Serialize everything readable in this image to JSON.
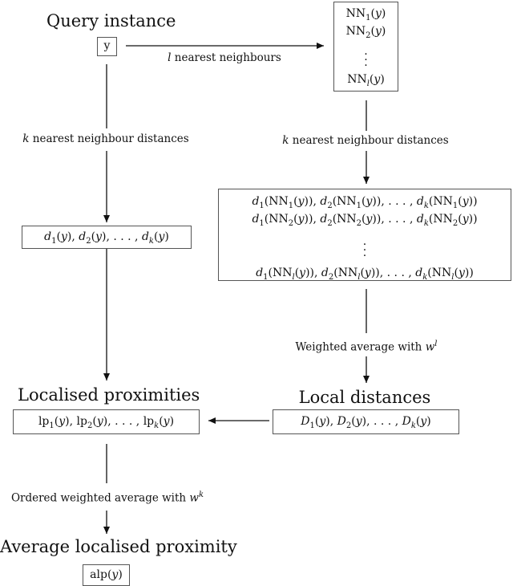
{
  "titles": {
    "query_instance": "Query instance",
    "localised_proximities": "Localised proximities",
    "local_distances": "Local distances",
    "average_localised_proximity": "Average localised proximity"
  },
  "labels": {
    "l_nearest_neighbours": "nearest neighbours",
    "l_var": "l",
    "k_var": "k",
    "k_nn_distances": "nearest neighbour distances",
    "weighted_average": "Weighted average with",
    "w_l_base": "w",
    "w_l_sup": "l",
    "ordered_weighted_average": "Ordered weighted average with",
    "w_k_base": "w",
    "w_k_sup": "k"
  },
  "boxes": {
    "query_y": "y",
    "nn_list": [
      "NN1(y)",
      "NN2(y)",
      "⋮",
      "NNl(y)"
    ],
    "left_distances": "d1(y), d2(y), . . . , dk(y)",
    "nn_distance_matrix": [
      "d1(NN1(y)), d2(NN1(y)), . . . , dk(NN1(y))",
      "d1(NN2(y)), d2(NN2(y)), . . . , dk(NN2(y))",
      "⋮",
      "d1(NNl(y)), d2(NNl(y)), . . . , dk(NNl(y))"
    ],
    "local_distances": "D1(y), D2(y), . . . , Dk(y)",
    "localised_proximities": "lp1(y), lp2(y), . . . , lpk(y)",
    "alp": "alp(y)"
  }
}
